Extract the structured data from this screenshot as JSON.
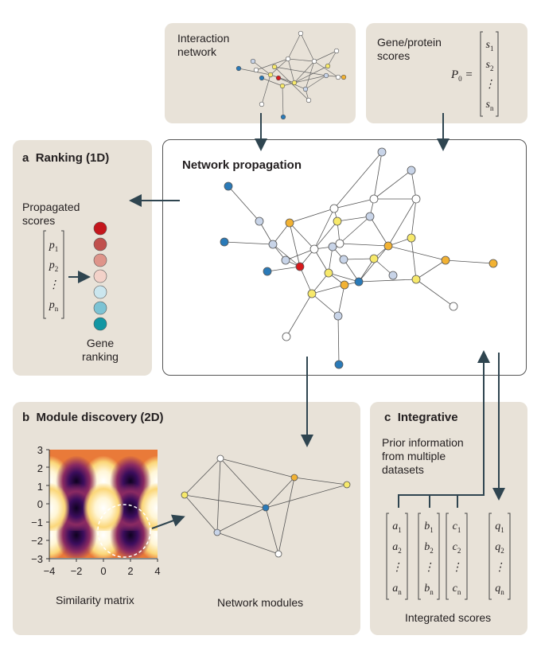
{
  "interaction": {
    "label_line1": "Interaction",
    "label_line2": "network"
  },
  "scores": {
    "label_line1": "Gene/protein",
    "label_line2": "scores",
    "p0": "P",
    "p0_sub": "0",
    "vector": [
      [
        "s",
        "1"
      ],
      [
        "s",
        "2"
      ],
      [
        "⋮",
        ""
      ],
      [
        "s",
        "n"
      ]
    ]
  },
  "ranking": {
    "letter": "a",
    "title": "Ranking (1D)",
    "prop_line1": "Propagated",
    "prop_line2": "scores",
    "vector": [
      [
        "p",
        "1"
      ],
      [
        "p",
        "2"
      ],
      [
        "⋮",
        ""
      ],
      [
        "p",
        "n"
      ]
    ],
    "gene_line1": "Gene",
    "gene_line2": "ranking",
    "rank_colors": [
      "#c4161c",
      "#c0504d",
      "#de948a",
      "#f3d2c9",
      "#cbe6ee",
      "#7cc3d4",
      "#1296a3"
    ]
  },
  "propagation": {
    "title": "Network propagation"
  },
  "module": {
    "letter": "b",
    "title": "Module discovery (2D)",
    "matrix_label": "Similarity matrix",
    "modules_label": "Network modules",
    "heatmap": {
      "xlim": [
        -4,
        4
      ],
      "ylim": [
        -3,
        3
      ],
      "xticks": [
        "−4",
        "−2",
        "0",
        "2",
        "4"
      ],
      "yticks": [
        "3",
        "2",
        "1",
        "0",
        "−1",
        "−2",
        "−3"
      ]
    }
  },
  "integrative": {
    "letter": "c",
    "title": "Integrative",
    "prior_line1": "Prior information",
    "prior_line2": "from multiple",
    "prior_line3": "datasets",
    "vectors": [
      [
        [
          "a",
          "1"
        ],
        [
          "a",
          "2"
        ],
        [
          "⋮",
          ""
        ],
        [
          "a",
          "n"
        ]
      ],
      [
        [
          "b",
          "1"
        ],
        [
          "b",
          "2"
        ],
        [
          "⋮",
          ""
        ],
        [
          "b",
          "n"
        ]
      ],
      [
        [
          "c",
          "1"
        ],
        [
          "c",
          "2"
        ],
        [
          "⋮",
          ""
        ],
        [
          "c",
          "n"
        ]
      ],
      [
        [
          "q",
          "1"
        ],
        [
          "q",
          "2"
        ],
        [
          "⋮",
          ""
        ],
        [
          "q",
          "n"
        ]
      ]
    ],
    "scores_label": "Integrated scores"
  },
  "colors": {
    "panel": "#e8e2d8",
    "arrow": "#2f4550",
    "dark_blue": "#2a7ab8",
    "light_blue": "#c8d4e8",
    "yellow": "#f7e96b",
    "orange": "#f2b233",
    "red": "#d7191c",
    "white": "#ffffff"
  }
}
